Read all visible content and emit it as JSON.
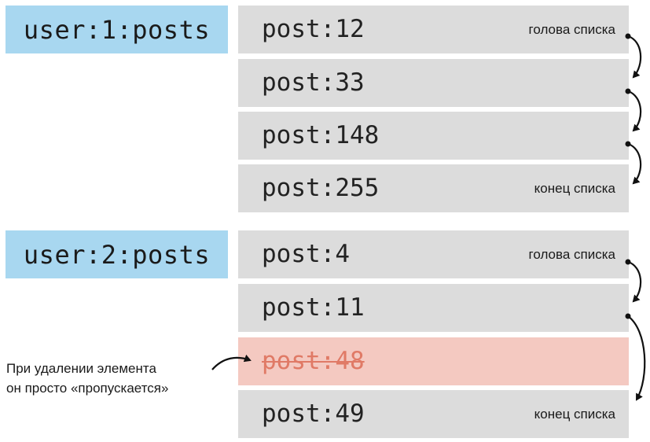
{
  "lists": [
    {
      "key": "user:1:posts",
      "items": [
        {
          "value": "post:12",
          "tag": "голова списка"
        },
        {
          "value": "post:33",
          "tag": ""
        },
        {
          "value": "post:148",
          "tag": ""
        },
        {
          "value": "post:255",
          "tag": "конец списка"
        }
      ]
    },
    {
      "key": "user:2:posts",
      "items": [
        {
          "value": "post:4",
          "tag": "голова списка"
        },
        {
          "value": "post:11",
          "tag": ""
        },
        {
          "value": "post:48",
          "tag": "",
          "deleted": true
        },
        {
          "value": "post:49",
          "tag": "конец списка"
        }
      ]
    }
  ],
  "annotation": {
    "line1": "При удалении элемента",
    "line2": "он просто «пропускается»"
  },
  "colors": {
    "key_bg": "#a8d7f0",
    "item_bg": "#dcdcdc",
    "deleted_bg": "#f4c9c1",
    "deleted_text": "#e07a66",
    "arrow": "#111111"
  }
}
